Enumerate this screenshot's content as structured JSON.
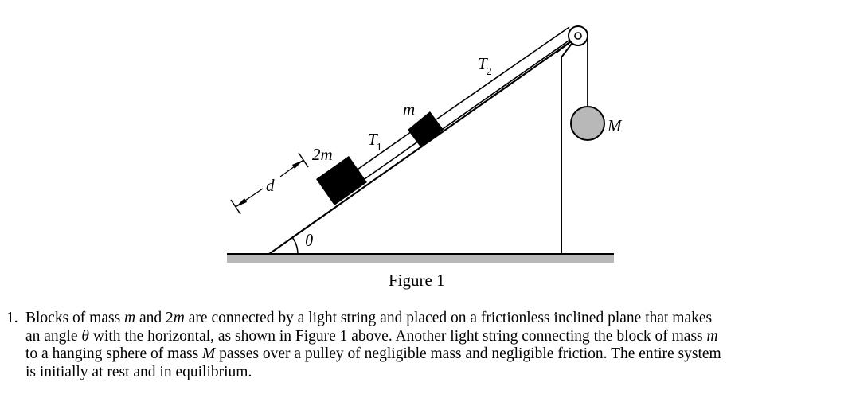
{
  "figure": {
    "caption": "Figure 1",
    "labels": {
      "theta": "θ",
      "d": "d",
      "block_2m": "2m",
      "block_m": "m",
      "tension_1": "T",
      "tension_1_sub": "1",
      "tension_2": "T",
      "tension_2_sub": "2",
      "sphere_mass": "M"
    }
  },
  "problem": {
    "number": "1.",
    "lines": [
      "Blocks of mass m and 2m are connected by a light string and placed on a frictionless inclined plane that makes",
      "an angle θ  with the horizontal, as shown in Figure 1 above. Another light string connecting the block of mass m",
      "to a hanging sphere of mass M passes over a pulley of negligible mass and negligible friction. The entire system",
      "is initially at rest and in equilibrium."
    ]
  }
}
